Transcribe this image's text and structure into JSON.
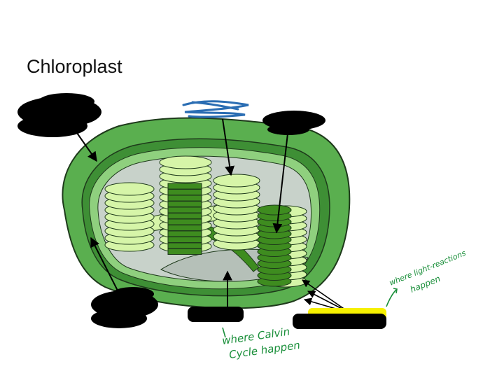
{
  "title": "Chloroplast",
  "annotations": {
    "calvin_line1": "where Calvin",
    "calvin_line2": "Cycle happen",
    "light_line1": "where light-reactions",
    "light_line2": "happen"
  },
  "colors": {
    "outer_membrane": "#5aaf4f",
    "inner_band": "#3e8f35",
    "stroma": "#c8d2ca",
    "light_disc": "#d6f5a8",
    "dark_disc": "#3e8c1f",
    "highlight": "#f6f000",
    "annotation_ink": "#1a8f3a",
    "scribble_blue": "#2a6db3",
    "redaction": "#000000"
  },
  "icons": [
    "arrow-icon",
    "redaction-blob",
    "scribble"
  ]
}
